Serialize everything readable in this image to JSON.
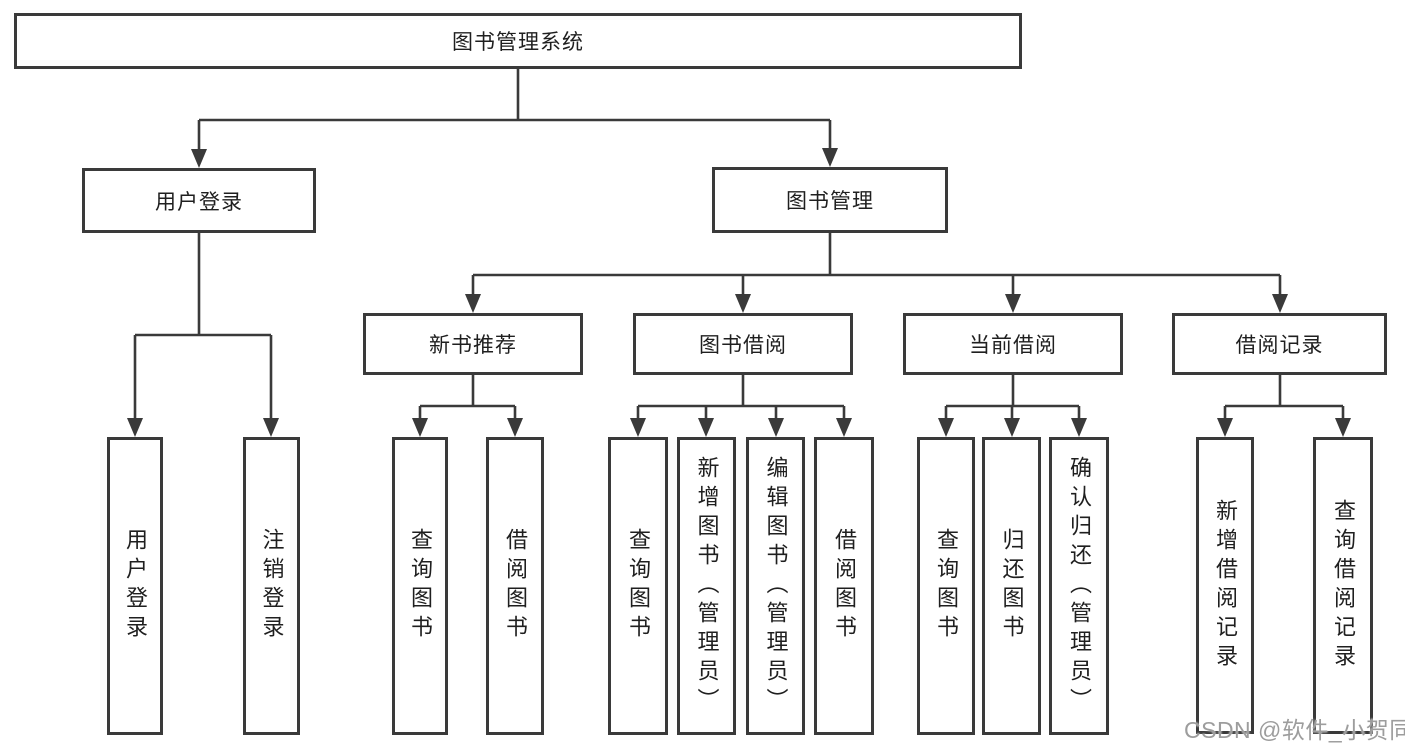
{
  "watermark": "CSDN @软件_小贺同学",
  "colors": {
    "line": "#3a3a3a",
    "text": "#1f1f1f",
    "watermark_text": "#9d9d9d",
    "background": "#ffffff"
  },
  "tree": {
    "root": {
      "label": "图书管理系统"
    },
    "children": [
      {
        "label": "用户登录",
        "children": [
          {
            "label": "用户登录"
          },
          {
            "label": "注销登录"
          }
        ]
      },
      {
        "label": "图书管理",
        "children": [
          {
            "label": "新书推荐",
            "children": [
              {
                "label": "查询图书"
              },
              {
                "label": "借阅图书"
              }
            ]
          },
          {
            "label": "图书借阅",
            "children": [
              {
                "label": "查询图书"
              },
              {
                "label": "新增图书（管理员）"
              },
              {
                "label": "编辑图书（管理员）"
              },
              {
                "label": "借阅图书"
              }
            ]
          },
          {
            "label": "当前借阅",
            "children": [
              {
                "label": "查询图书"
              },
              {
                "label": "归还图书"
              },
              {
                "label": "确认归还（管理员）"
              }
            ]
          },
          {
            "label": "借阅记录",
            "children": [
              {
                "label": "新增借阅记录"
              },
              {
                "label": "查询借阅记录"
              }
            ]
          }
        ]
      }
    ]
  }
}
